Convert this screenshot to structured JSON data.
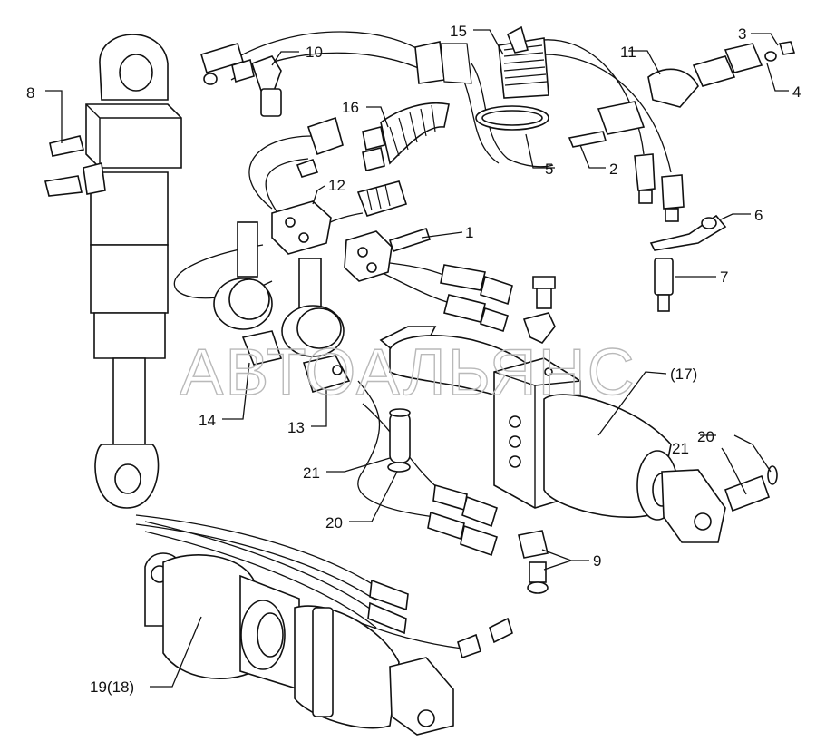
{
  "watermark": "АВТОАЛЬЯНС",
  "callouts": [
    {
      "id": "c1",
      "text": "1"
    },
    {
      "id": "c2",
      "text": "2"
    },
    {
      "id": "c3",
      "text": "3"
    },
    {
      "id": "c4",
      "text": "4"
    },
    {
      "id": "c5",
      "text": "5"
    },
    {
      "id": "c6",
      "text": "6"
    },
    {
      "id": "c7",
      "text": "7"
    },
    {
      "id": "c8",
      "text": "8"
    },
    {
      "id": "c9",
      "text": "9"
    },
    {
      "id": "c10",
      "text": "10"
    },
    {
      "id": "c11",
      "text": "11"
    },
    {
      "id": "c12",
      "text": "12"
    },
    {
      "id": "c13",
      "text": "13"
    },
    {
      "id": "c14",
      "text": "14"
    },
    {
      "id": "c15",
      "text": "15"
    },
    {
      "id": "c16",
      "text": "16"
    },
    {
      "id": "c17",
      "text": "(17)"
    },
    {
      "id": "c19",
      "text": "19(18)"
    },
    {
      "id": "c20a",
      "text": "20"
    },
    {
      "id": "c20b",
      "text": "20"
    },
    {
      "id": "c21a",
      "text": "21"
    },
    {
      "id": "c21b",
      "text": "21"
    }
  ]
}
